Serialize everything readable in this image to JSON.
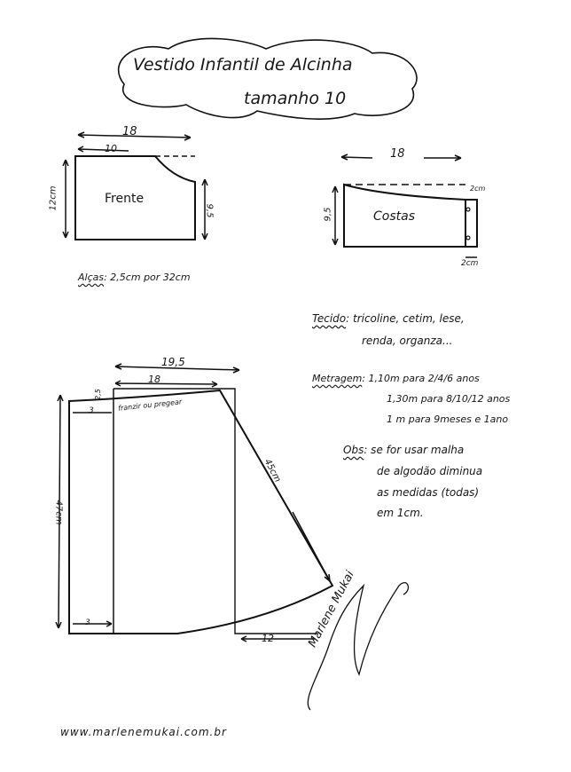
{
  "title": {
    "line1": "Vestido Infantil de Alcinha",
    "line2": "tamanho 10"
  },
  "frente": {
    "label": "Frente",
    "width": "18",
    "top": "10",
    "height": "12cm",
    "side": "9,5"
  },
  "costas": {
    "label": "Costas",
    "width": "18",
    "height": "9,5",
    "drop": "2cm",
    "tab": "2cm"
  },
  "alcas": {
    "label": "Alças",
    "text": ": 2,5cm por 32cm"
  },
  "tecido": {
    "label": "Tecido",
    "line1": ": tricoline, cetim, lese,",
    "line2": "renda, organza..."
  },
  "metragem": {
    "label": "Metragem",
    "rows": [
      ": 1,10m para  2/4/6 anos",
      "1,30m para  8/10/12 anos",
      "1 m  para  9meses e 1ano"
    ]
  },
  "obs": {
    "label": "Obs",
    "line1": ": se for usar malha",
    "line2": "de algodão diminua",
    "line3": "as medidas (todas)",
    "line4": "em 1cm."
  },
  "saia": {
    "top_total": "19,5",
    "top": "18",
    "drop": "2,5",
    "left_margin": "3",
    "note": "franzir ou pregear",
    "height": "47cm",
    "diagonal": "45cm",
    "bottom_margin": "3",
    "bottom_ext": "12"
  },
  "footer": {
    "url": "www.marlenemukai.com.br",
    "signature": "Marlene Mukai"
  }
}
